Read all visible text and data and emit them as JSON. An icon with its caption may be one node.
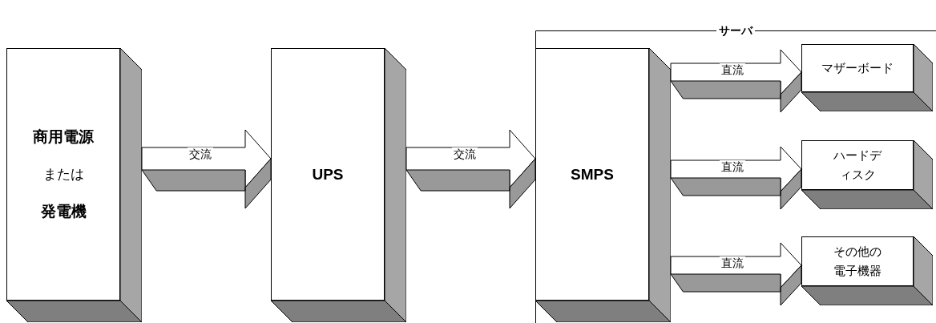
{
  "diagram": {
    "nodes": [
      {
        "text": [
          "商用電源",
          "または",
          "発電機"
        ]
      },
      {
        "text": [
          "UPS"
        ]
      },
      {
        "text": [
          "サーバ"
        ]
      },
      {
        "text": [
          "SMPS"
        ],
        "in": 2
      },
      {
        "text": [
          "マザーボード"
        ],
        "in": 2
      },
      {
        "text": [
          "ハードディスク"
        ],
        "in": 2
      },
      {
        "text": [
          "その他の電子機器"
        ],
        "in": 2
      }
    ],
    "edges": [
      {
        "from": 0,
        "to": 1,
        "arrow": "to",
        "label": "交流"
      },
      {
        "from": 1,
        "to": 3,
        "arrow": "to",
        "label": "交流"
      },
      {
        "from": 3,
        "to": 4,
        "arrow": "to",
        "label": "直流"
      },
      {
        "from": 3,
        "to": 5,
        "arrow": "to",
        "label": "直流"
      },
      {
        "from": 3,
        "to": 6,
        "arrow": "to",
        "label": "直流"
      }
    ]
  }
}
